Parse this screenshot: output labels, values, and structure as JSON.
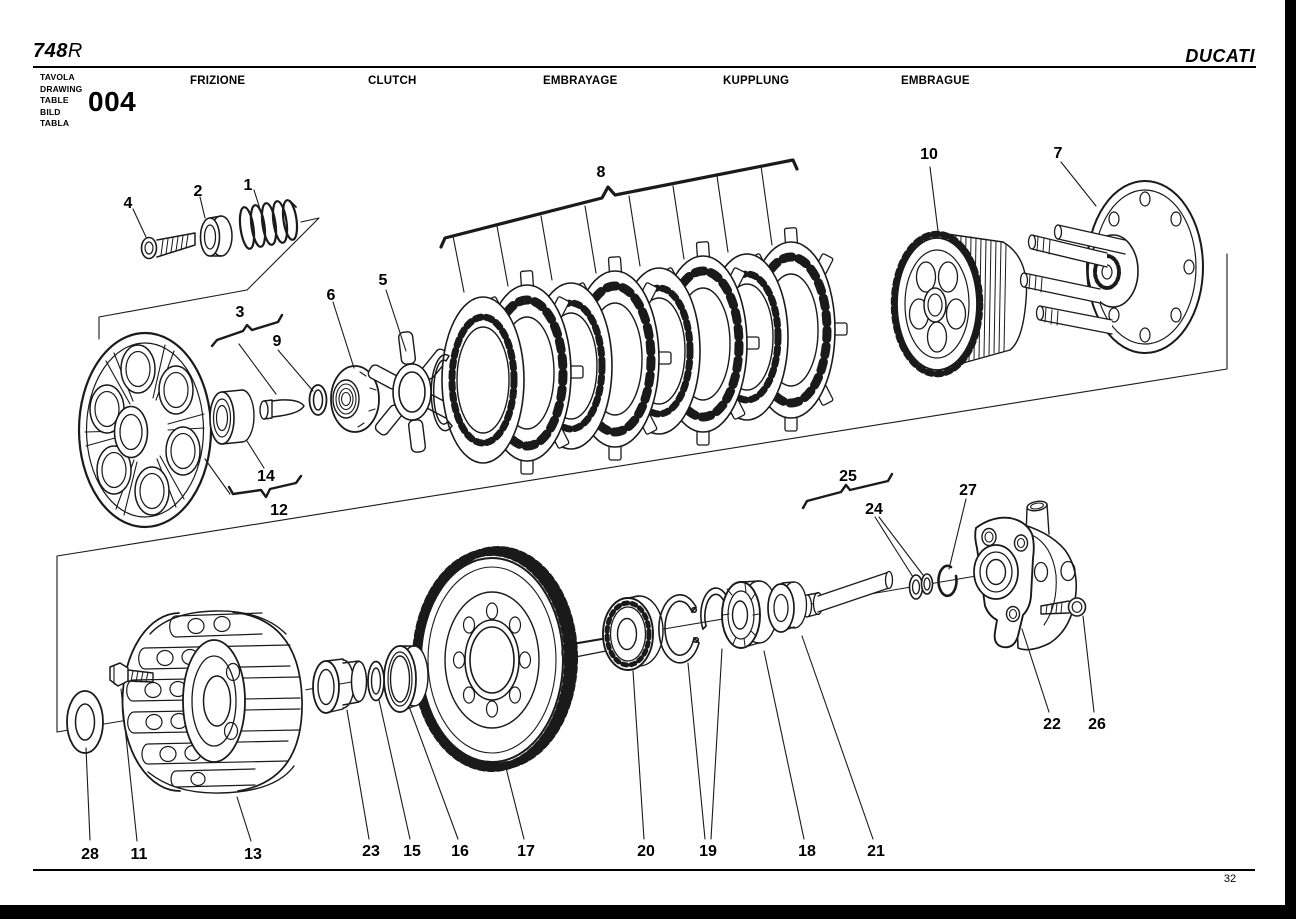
{
  "header": {
    "model": {
      "bold": "748",
      "suffix": "R"
    },
    "brand": "DUCATI",
    "table_words": [
      "TAVOLA",
      "DRAWING",
      "TABLE",
      "BILD",
      "TABLA"
    ],
    "table_number": "004",
    "titles": [
      "FRIZIONE",
      "CLUTCH",
      "EMBRAYAGE",
      "KUPPLUNG",
      "EMBRAGUE"
    ]
  },
  "footer": {
    "page_number": "32"
  },
  "palette": {
    "ink": "#1a1a1a",
    "paper": "#ffffff"
  },
  "diagram": {
    "type": "exploded-parts-diagram",
    "subject": "Clutch assembly exploded view",
    "callouts": {
      "c1": "1",
      "c2": "2",
      "c3": "3",
      "c4": "4",
      "c5": "5",
      "c6": "6",
      "c7": "7",
      "c8": "8",
      "c9": "9",
      "c10": "10",
      "c11": "11",
      "c12": "12",
      "c13": "13",
      "c14": "14",
      "c15": "15",
      "c16": "16",
      "c17": "17",
      "c18": "18",
      "c19": "19",
      "c20": "20",
      "c21": "21",
      "c22": "22",
      "c23": "23",
      "c24": "24",
      "c25": "25",
      "c26": "26",
      "c27": "27",
      "c28": "28"
    }
  }
}
